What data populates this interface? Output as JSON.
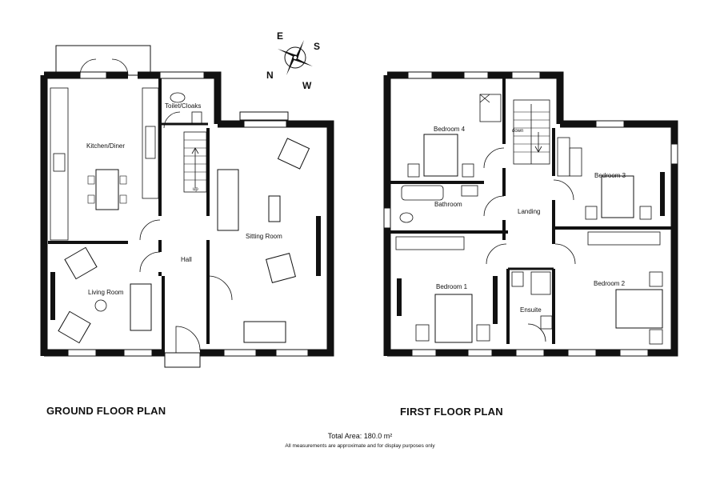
{
  "ground_floor": {
    "title": "GROUND FLOOR PLAN",
    "rooms": {
      "toilet": "Toilet/Cloaks",
      "kitchen": "Kitchen/Diner",
      "sitting": "Sitting Room",
      "hall": "Hall",
      "living": "Living Room"
    },
    "stairs_label": "up"
  },
  "first_floor": {
    "title": "FIRST FLOOR PLAN",
    "rooms": {
      "bedroom4": "Bedroom 4",
      "bedroom3": "Bedroom 3",
      "bathroom": "Bathroom",
      "landing": "Landing",
      "bedroom1": "Bedroom 1",
      "bedroom2": "Bedroom 2",
      "ensuite": "Ensuite"
    },
    "stairs_label": "down"
  },
  "compass": {
    "e": "E",
    "s": "S",
    "n": "N",
    "w": "W"
  },
  "footer": {
    "total_area": "Total Area: 180.0 m²",
    "disclaimer": "All measurements are approximate and for display purposes only"
  }
}
